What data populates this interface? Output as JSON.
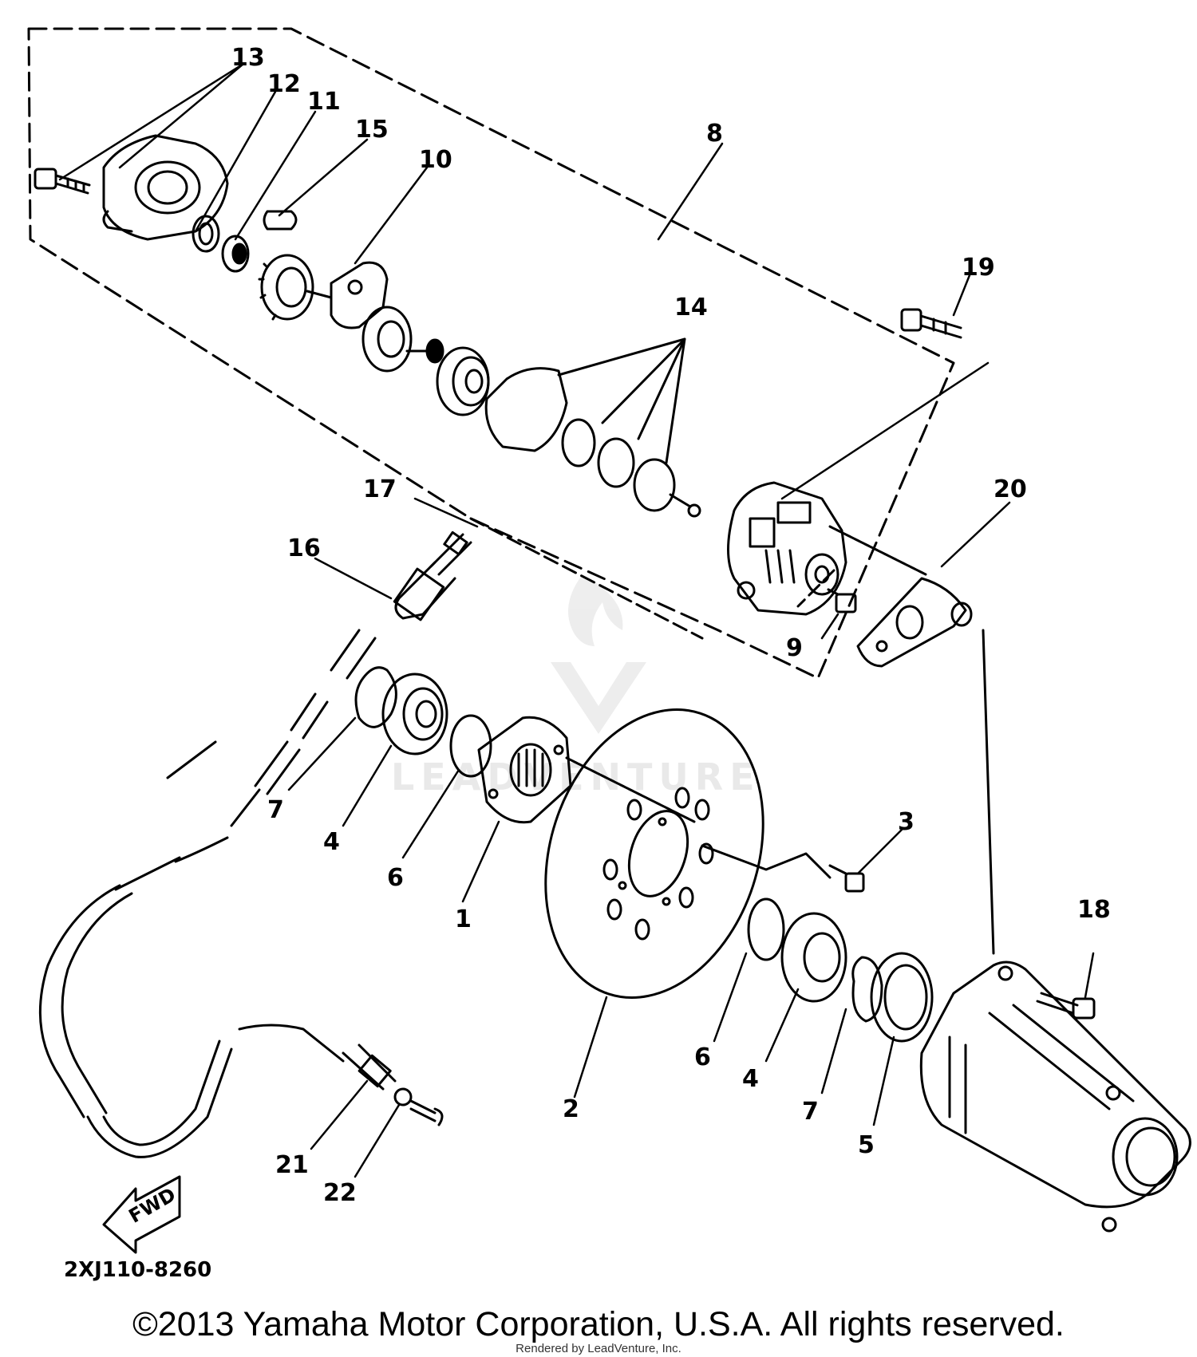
{
  "diagram": {
    "code": "2XJ110-8260",
    "fwd_label": "FWD",
    "callouts": [
      "13",
      "12",
      "11",
      "15",
      "10",
      "8",
      "19",
      "14",
      "17",
      "16",
      "20",
      "9",
      "7",
      "4",
      "6",
      "1",
      "3",
      "2",
      "18",
      "6",
      "4",
      "7",
      "5",
      "21",
      "22"
    ]
  },
  "watermark": {
    "text": "LEADVENTURE"
  },
  "footer": {
    "copyright": "©2013 Yamaha Motor Corporation, U.S.A. All rights reserved.",
    "rendered_by": "Rendered by LeadVenture, Inc."
  }
}
